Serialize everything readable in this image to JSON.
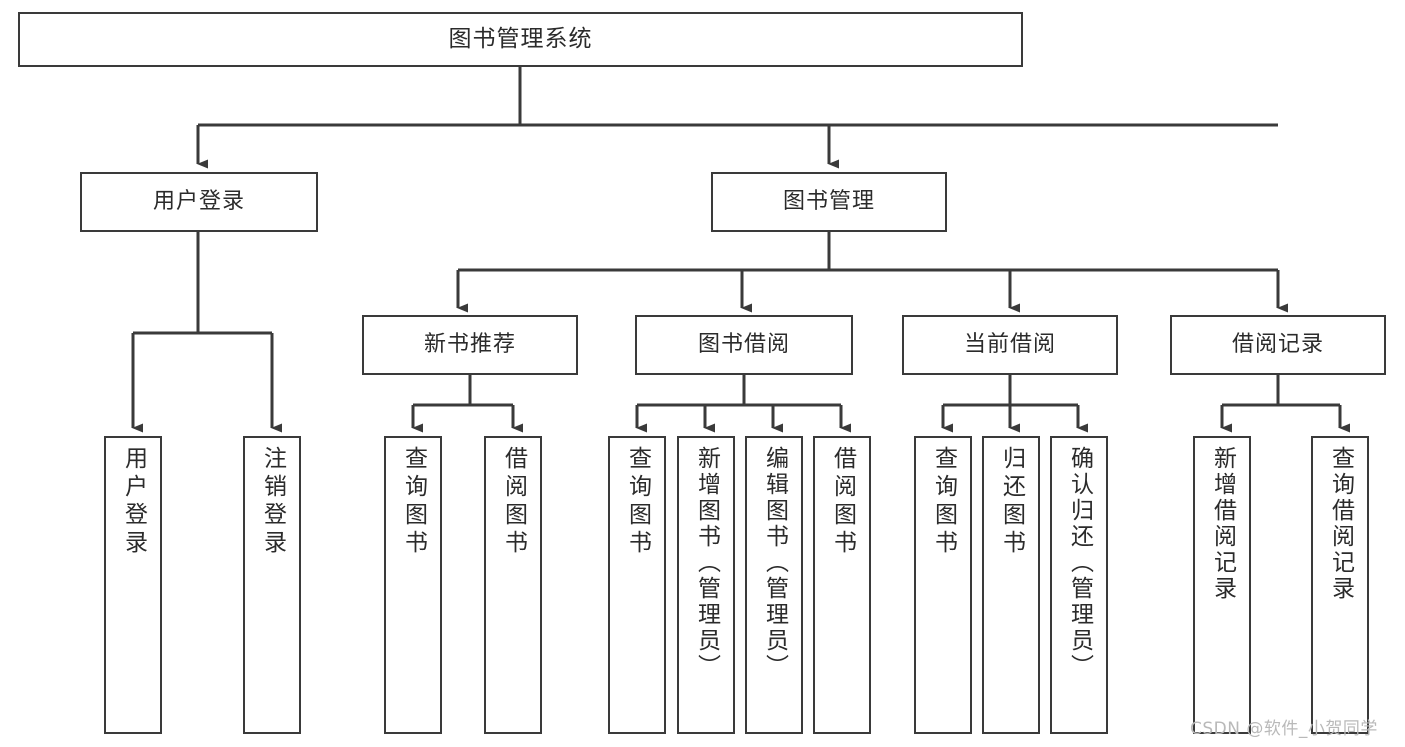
{
  "diagram": {
    "title": "图书管理系统",
    "type": "功能结构图",
    "stroke_color": "#3a3a3a",
    "text_color": "#2b2b2b",
    "background_color": "#ffffff",
    "nodes": {
      "root": {
        "label": "图书管理系统"
      },
      "level2": [
        {
          "id": "user-login",
          "label": "用户登录"
        },
        {
          "id": "book-manage",
          "label": "图书管理"
        }
      ],
      "level3": [
        {
          "id": "new-book-recommend",
          "label": "新书推荐"
        },
        {
          "id": "book-borrow",
          "label": "图书借阅"
        },
        {
          "id": "current-borrow",
          "label": "当前借阅"
        },
        {
          "id": "borrow-record",
          "label": "借阅记录"
        }
      ],
      "leaves": {
        "user-login": [
          {
            "id": "leaf-user-login",
            "label": "用户登录"
          },
          {
            "id": "leaf-logout-login",
            "label": "注销登录"
          }
        ],
        "new-book-recommend": [
          {
            "id": "leaf-query-book-1",
            "label": "查询图书"
          },
          {
            "id": "leaf-borrow-book-1",
            "label": "借阅图书"
          }
        ],
        "book-borrow": [
          {
            "id": "leaf-query-book-2",
            "label": "查询图书"
          },
          {
            "id": "leaf-add-book",
            "label": "新增图书（管理员）"
          },
          {
            "id": "leaf-edit-book",
            "label": "编辑图书（管理员）"
          },
          {
            "id": "leaf-borrow-book-2",
            "label": "借阅图书"
          }
        ],
        "current-borrow": [
          {
            "id": "leaf-query-book-3",
            "label": "查询图书"
          },
          {
            "id": "leaf-return-book",
            "label": "归还图书"
          },
          {
            "id": "leaf-confirm-return",
            "label": "确认归还（管理员）"
          }
        ],
        "borrow-record": [
          {
            "id": "leaf-add-record",
            "label": "新增借阅记录"
          },
          {
            "id": "leaf-query-record",
            "label": "查询借阅记录"
          }
        ]
      }
    },
    "watermark": "CSDN @软件_小贺同学"
  }
}
